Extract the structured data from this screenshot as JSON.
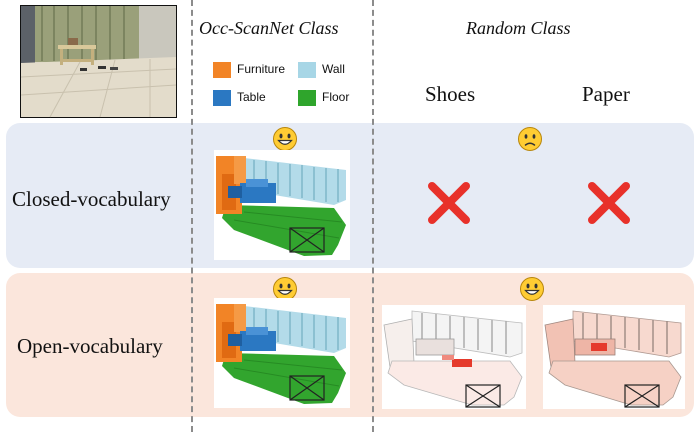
{
  "headers": {
    "occ_class": "Occ-ScanNet Class",
    "random_class": "Random Class"
  },
  "legend": [
    {
      "label": "Furniture",
      "color": "#f28426"
    },
    {
      "label": "Wall",
      "color": "#a7d6e6"
    },
    {
      "label": "Table",
      "color": "#2b78c2"
    },
    {
      "label": "Floor",
      "color": "#2fa52c"
    }
  ],
  "random_classes": [
    "Shoes",
    "Paper"
  ],
  "rows": {
    "closed": {
      "label": "Closed-vocabulary",
      "occ_result": "happy-face-icon",
      "random_result": "sad-face-icon",
      "random_marks": [
        "cross-icon",
        "cross-icon"
      ]
    },
    "open": {
      "label": "Open-vocabulary",
      "occ_result": "happy-face-icon",
      "random_result": "happy-face-icon"
    }
  },
  "colors": {
    "closed_bg": "#e6ebf5",
    "open_bg": "#fbe6dc",
    "cross": "#e8312a",
    "heat": "#e53a2c"
  }
}
